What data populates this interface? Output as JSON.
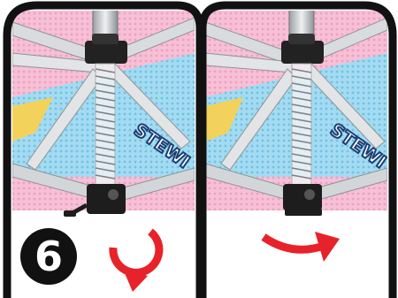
{
  "step": {
    "number": "6"
  },
  "panels": [
    {
      "name": "left",
      "action": "rotate-handle"
    },
    {
      "name": "right",
      "action": "swing-handle"
    }
  ],
  "colors": {
    "border": "#111111",
    "arrow": "#e8222a",
    "canopy_pink": "#f6c0d6",
    "canopy_blue": "#9ed8f0",
    "frame_metal": "#cfd3d6"
  },
  "icons": [
    "rotate-arrow-icon",
    "curved-arrow-icon",
    "step-number-badge"
  ]
}
